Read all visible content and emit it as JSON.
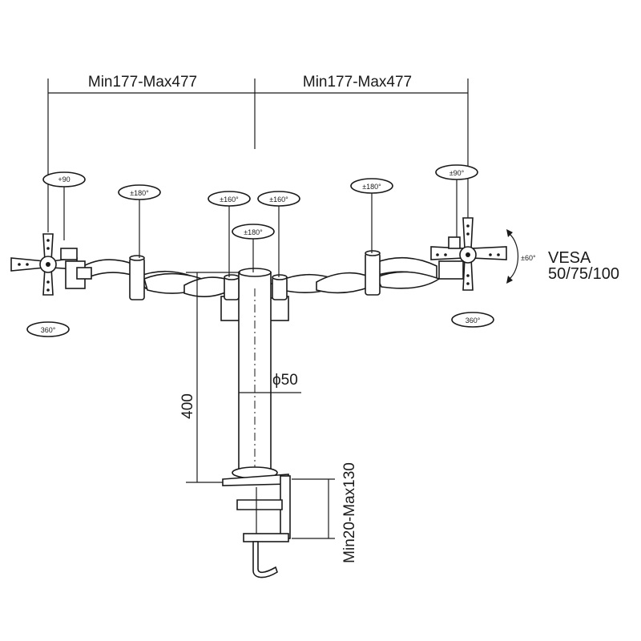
{
  "dimensions": {
    "left_span": "Min177-Max477",
    "right_span": "Min177-Max477",
    "pole_height": "400",
    "pole_diameter": "ϕ50",
    "clamp_range": "Min20-Max130"
  },
  "vesa": {
    "line1": "VESA",
    "line2": "50/75/100"
  },
  "rotation_badges": {
    "left_tilt": "+90",
    "left_rotate": "360°",
    "right_tilt": "±90°",
    "right_rotate": "360°",
    "left_outer_joint": "±180°",
    "left_inner_joint": "±160°",
    "right_inner_joint": "±160°",
    "center_joint": "±180°",
    "right_outer_joint": "±180°",
    "swivel": "±60°"
  }
}
